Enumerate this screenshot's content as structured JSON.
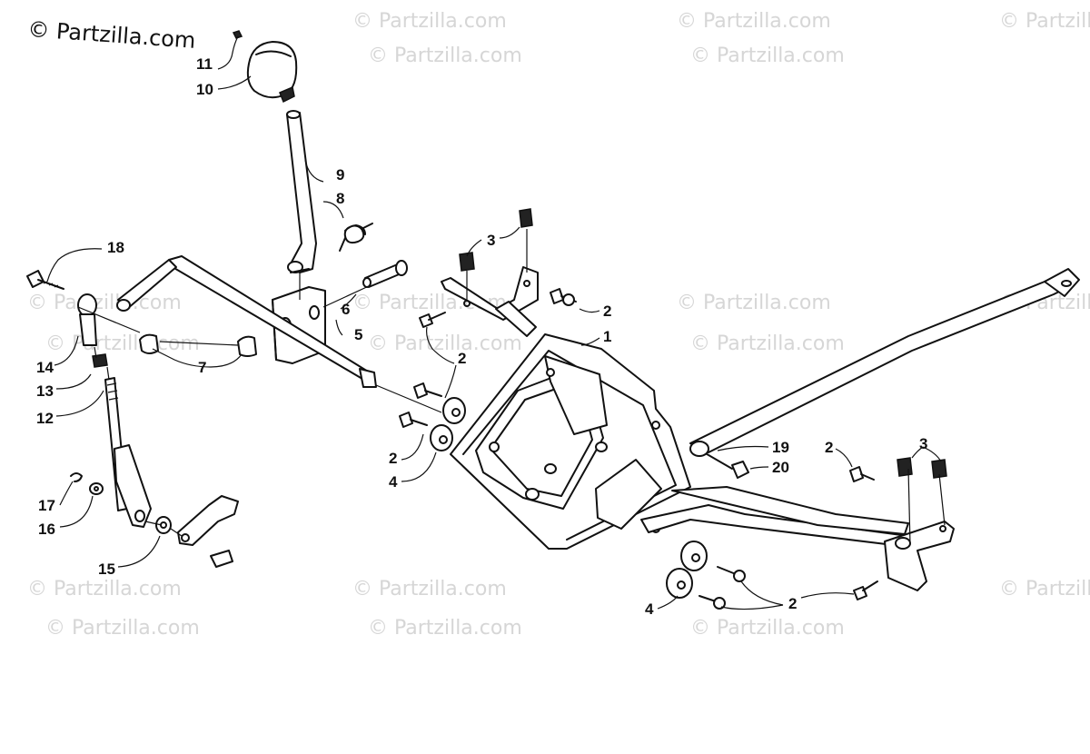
{
  "brand": "© Partzilla.com",
  "watermark": "© Partzilla.com",
  "callouts": {
    "c1": "1",
    "c2a": "2",
    "c2b": "2",
    "c2c": "2",
    "c2d": "2",
    "c2e": "2",
    "c3a": "3",
    "c3b": "3",
    "c4a": "4",
    "c4b": "4",
    "c5": "5",
    "c6": "6",
    "c7": "7",
    "c8": "8",
    "c9": "9",
    "c10": "10",
    "c11": "11",
    "c12": "12",
    "c13": "13",
    "c14": "14",
    "c15": "15",
    "c16": "16",
    "c17": "17",
    "c18": "18",
    "c19": "19",
    "c20": "20"
  }
}
